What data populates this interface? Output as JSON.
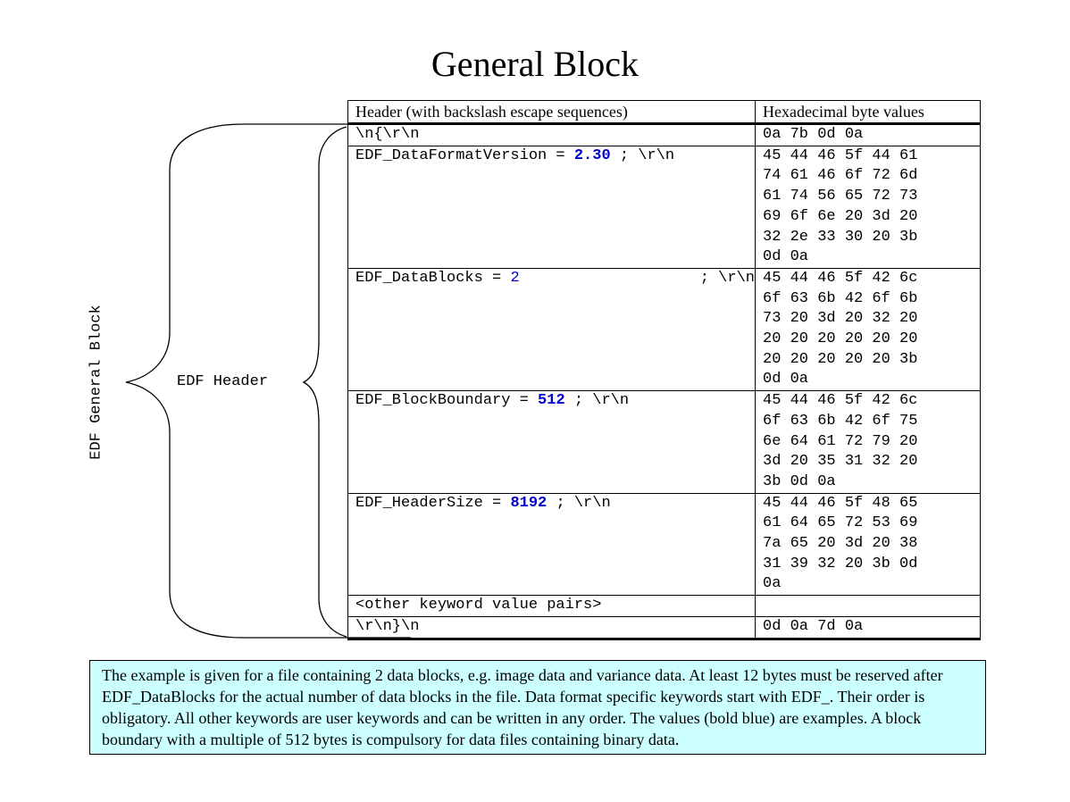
{
  "title": "General Block",
  "side_labels": {
    "outer": "EDF General Block",
    "inner": "EDF Header"
  },
  "table": {
    "columns": [
      "Header (with backslash escape sequences)",
      "Hexadecimal byte values"
    ],
    "rows": [
      {
        "prefix": "\\n{\\r\\n",
        "value": "",
        "suffix": "",
        "hex": "0a 7b 0d 0a"
      },
      {
        "prefix": "EDF_DataFormatVersion = ",
        "value": "2.30",
        "suffix": " ; \\r\\n",
        "hex": "45 44 46 5f 44 61\n74 61 46 6f 72 6d\n61 74 56 65 72 73\n69 6f 6e 20 3d 20\n32 2e 33 30 20 3b\n0d 0a"
      },
      {
        "prefix": "EDF_DataBlocks = ",
        "value": "2",
        "suffix": "; \\r\\n",
        "hex": "45 44 46 5f 42 6c\n6f 63 6b 42 6f 6b\n73 20 3d 20 32 20\n20 20 20 20 20 20\n20 20 20 20 20 3b\n0d 0a"
      },
      {
        "prefix": "EDF_BlockBoundary = ",
        "value": "512",
        "suffix": " ; \\r\\n",
        "hex": "45 44 46 5f 42 6c\n6f 63 6b 42 6f 75\n6e 64 61 72 79 20\n3d 20 35 31 32 20\n3b 0d 0a"
      },
      {
        "prefix": "EDF_HeaderSize = ",
        "value": "8192",
        "suffix": " ; \\r\\n",
        "hex": "45 44 46 5f 48 65\n61 64 65 72 53 69\n7a 65 20 3d 20 38\n31 39 32 20 3b 0d\n0a"
      },
      {
        "prefix": "<other keyword value pairs>",
        "value": "",
        "suffix": "",
        "hex": ""
      },
      {
        "prefix": "\\r\\n}\\n",
        "value": "",
        "suffix": "",
        "hex": "0d 0a 7d 0a"
      }
    ]
  },
  "note": "The example is given for a file containing 2 data blocks, e.g. image data and variance data. At least 12 bytes must be reserved after EDF_DataBlocks for the actual number of data blocks in the file. Data format specific keywords start with EDF_. Their order is obligatory. All other keywords are user keywords and can be written in any order. The values (bold blue) are examples. A block boundary with a multiple of 512 bytes is compulsory for data files containing binary data.",
  "colors": {
    "value_text": "#0000cc",
    "note_background": "#ccffff"
  }
}
